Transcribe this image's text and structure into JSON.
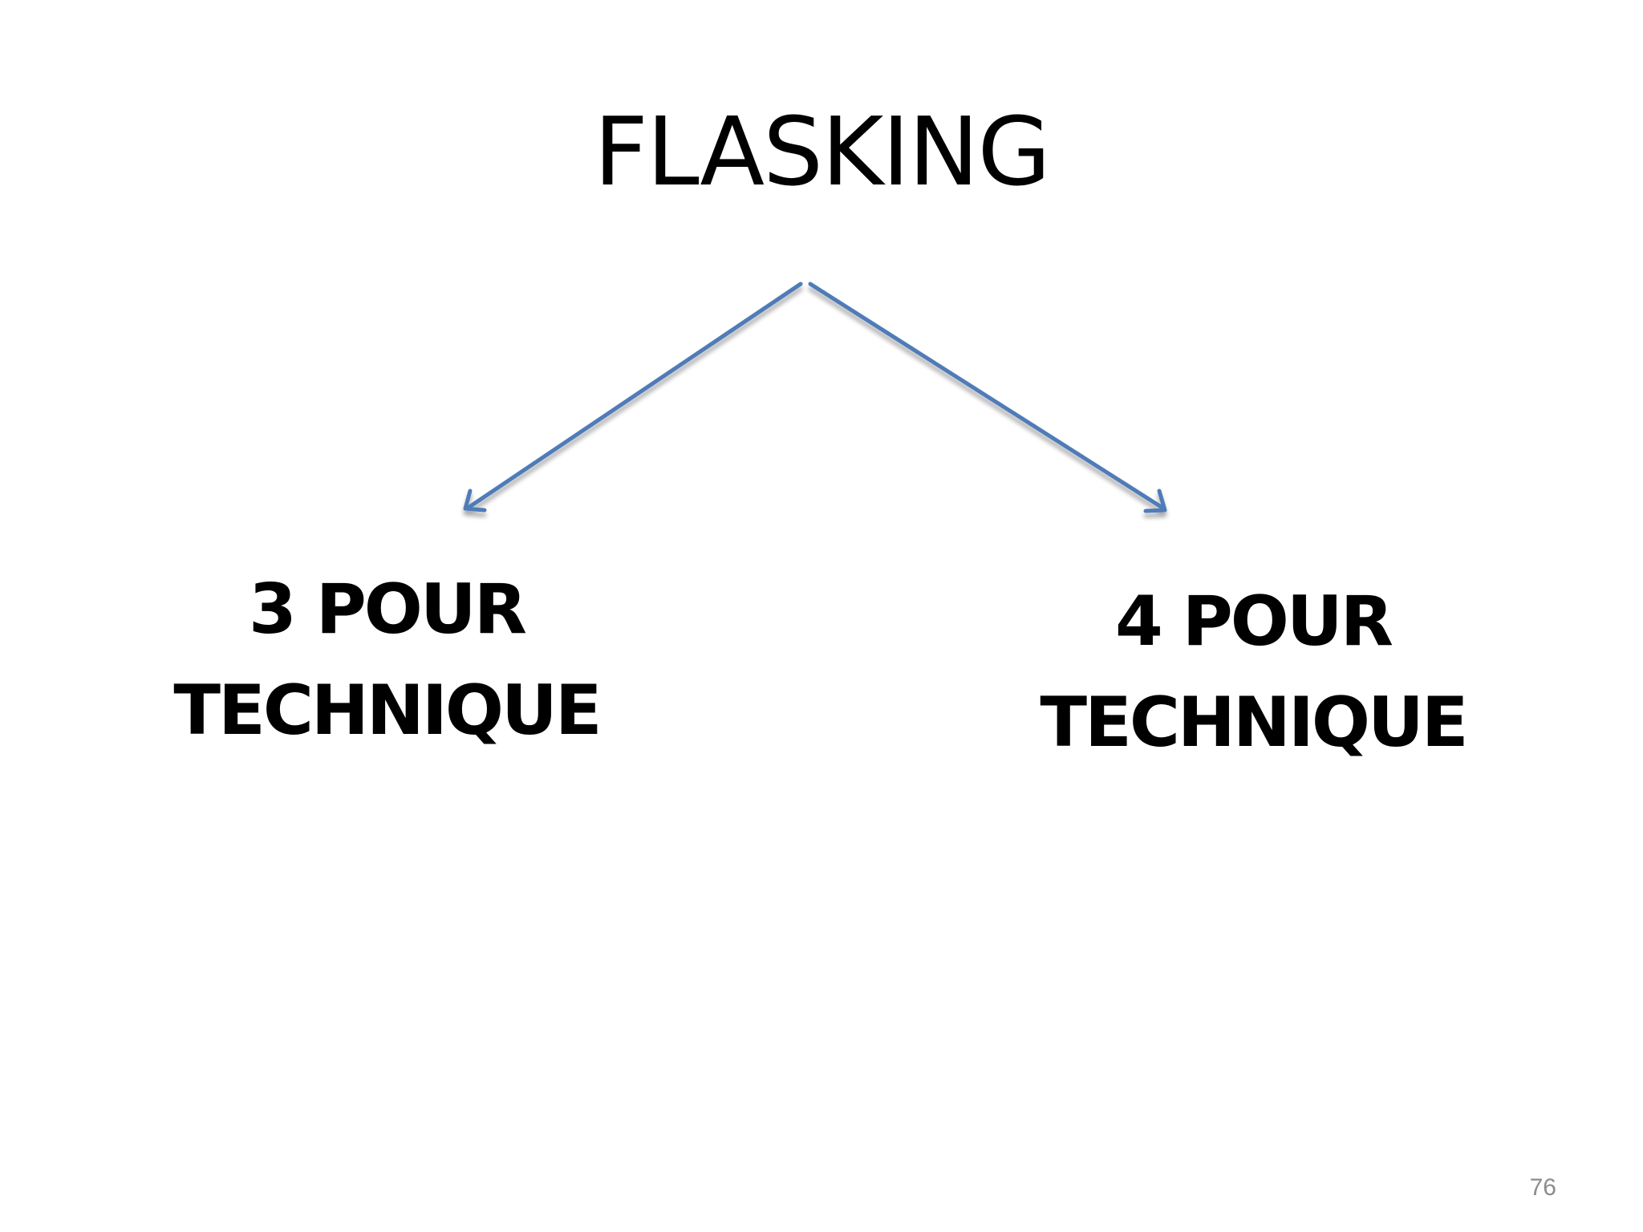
{
  "slide": {
    "title": "FLASKING",
    "branches": [
      {
        "line1": "3 POUR",
        "line2": "TECHNIQUE"
      },
      {
        "line1": "4 POUR",
        "line2": "TECHNIQUE"
      }
    ],
    "page_number": "76",
    "colors": {
      "arrow": "#4f7bb8",
      "text": "#000000",
      "page_number": "#8c8c8c"
    }
  }
}
